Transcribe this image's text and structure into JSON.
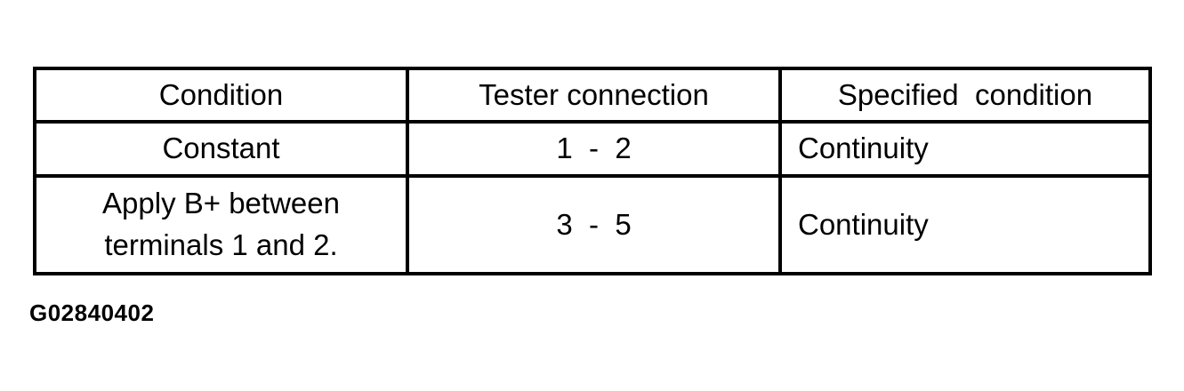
{
  "page": {
    "background_color": "#ffffff",
    "text_color": "#000000",
    "border_color": "#000000",
    "figure_code": "G02840402"
  },
  "table": {
    "headers": [
      "Condition",
      "Tester connection",
      "Specified  condition"
    ],
    "rows": [
      {
        "condition": "Constant",
        "tester_connection": "1  -  2",
        "specified_condition": "Continuity"
      },
      {
        "condition": "Apply B+ between\nterminals 1 and 2.",
        "tester_connection": "3  -  5",
        "specified_condition": "Continuity"
      }
    ]
  }
}
